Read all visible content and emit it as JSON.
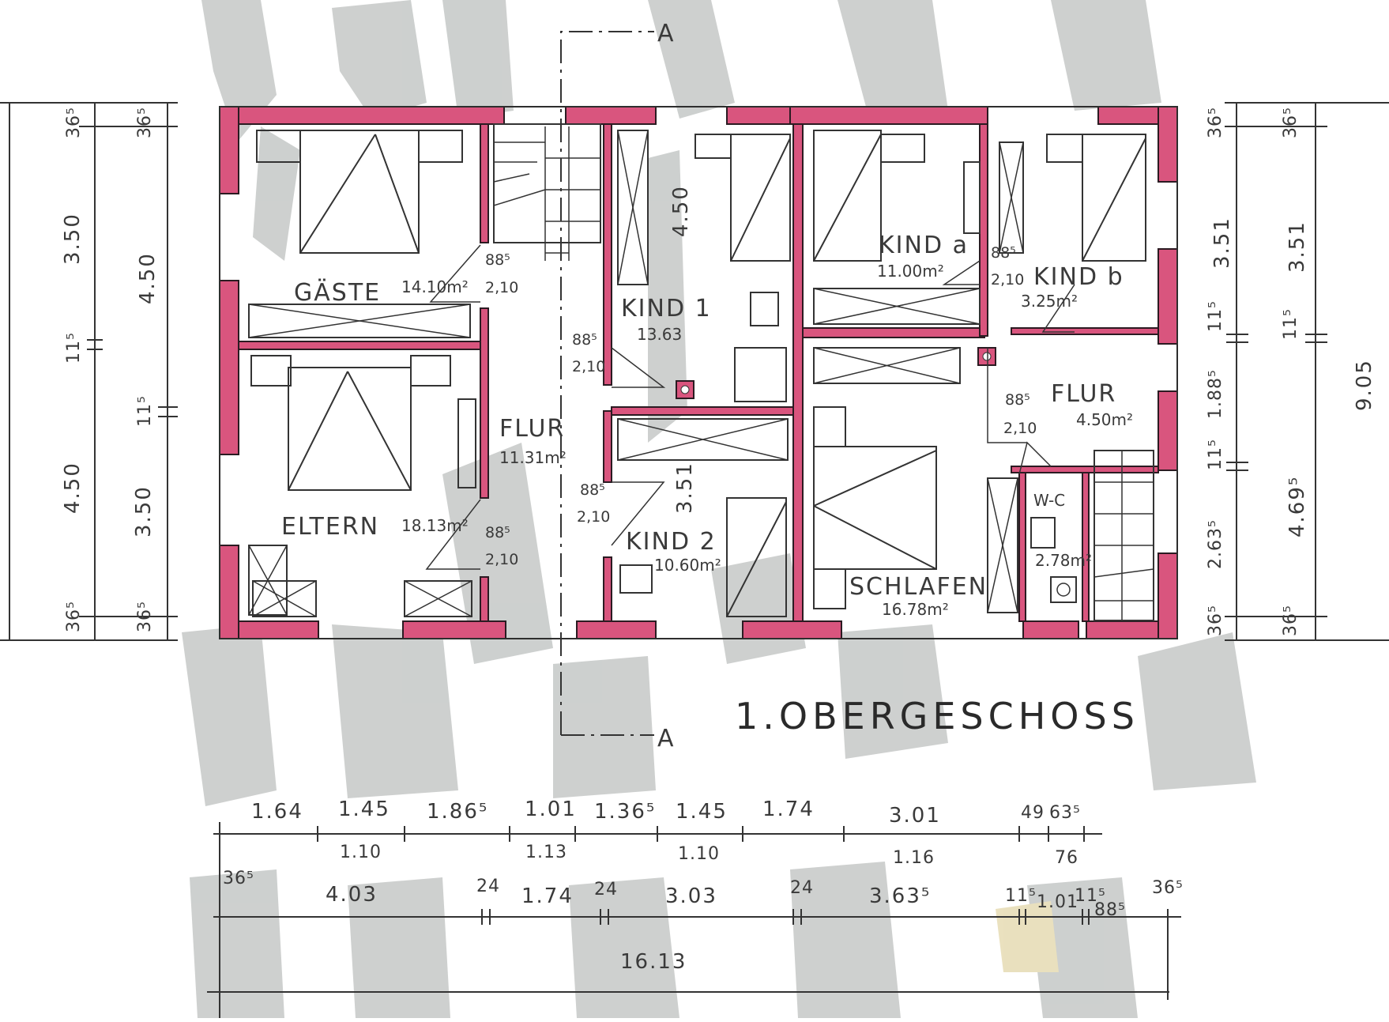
{
  "title": "1.OBERGESCHOSS",
  "section_marker": "A",
  "colors": {
    "wall": "#d9557e",
    "smudge": "#9ea3a0",
    "line": "#333333"
  },
  "rooms": {
    "gaeste": {
      "name": "GÄSTE",
      "area": "14.10m²"
    },
    "eltern": {
      "name": "ELTERN",
      "area": "18.13m²"
    },
    "flur_main": {
      "name": "FLUR",
      "area": "11.31m²"
    },
    "kind1": {
      "name": "KIND 1",
      "area": "13.63"
    },
    "kind2": {
      "name": "KIND 2",
      "area": "10.60m²"
    },
    "kinda": {
      "name": "KIND a",
      "area": "11.00m²"
    },
    "kindb": {
      "name": "KIND b",
      "area": "3.25m²"
    },
    "flur_right": {
      "name": "FLUR",
      "area": "4.50m²"
    },
    "schlafen": {
      "name": "SCHLAFEN",
      "area": "16.78m²"
    },
    "wc": {
      "name": "W-C",
      "area": "2.78m²"
    }
  },
  "doors": {
    "width": "88⁵",
    "height": "2,10"
  },
  "dims_left_outer": [
    "36⁵",
    "3.50",
    "11⁵",
    "4.50",
    "36⁵"
  ],
  "dims_left_inner": [
    "36⁵",
    "4.50",
    "11⁵",
    "3.50",
    "36⁵"
  ],
  "dims_right_inner": [
    "36⁵",
    "3.51",
    "11⁵",
    "1.88⁵",
    "11⁵",
    "2.63⁵",
    "36⁵"
  ],
  "dims_right_mid": [
    "36⁵",
    "3.51",
    "11⁵",
    "4.69⁵",
    "36⁵"
  ],
  "dims_right_total": "9.05",
  "dims_bottom_row1": [
    "1.64",
    "1.45",
    "1.86⁵",
    "1.01",
    "1.36⁵",
    "1.45",
    "1.74",
    "3.01",
    "49",
    "63⁵"
  ],
  "dims_bottom_row1b": [
    "1.10",
    "1.13",
    "1.10",
    "1.16",
    "76"
  ],
  "dims_bottom_row2": [
    "36⁵",
    "4.03",
    "24",
    "1.74",
    "24",
    "3.03",
    "24",
    "3.63⁵",
    "11⁵",
    "1.01",
    "11⁵",
    "88⁵",
    "36⁵"
  ],
  "dims_bottom_total": "16.13",
  "interior_dims": {
    "kind1_height": "4.50",
    "kind2_height": "3.51"
  }
}
